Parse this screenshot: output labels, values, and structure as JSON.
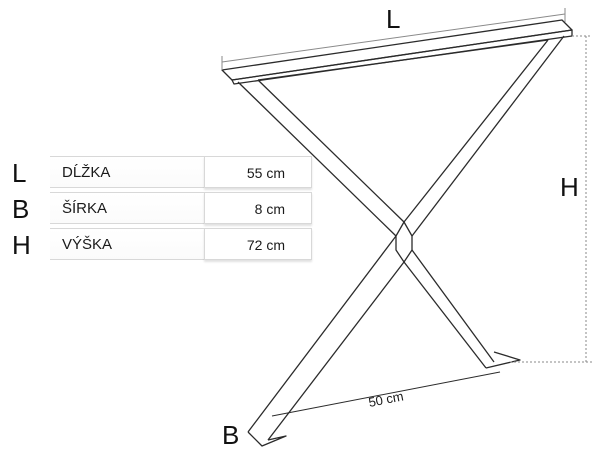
{
  "dimensions": {
    "length_symbol": "L",
    "height_symbol": "H",
    "width_symbol": "B",
    "diagonal_label": "50 cm"
  },
  "specs": [
    {
      "symbol": "L",
      "name": "DĹŽKA",
      "value": "55 cm"
    },
    {
      "symbol": "B",
      "name": "ŠÍRKA",
      "value": "8 cm"
    },
    {
      "symbol": "H",
      "name": "VÝŠKA",
      "value": "72 cm"
    }
  ],
  "colors": {
    "line": "#2b2b2b",
    "dimension_line": "#8a8a8a"
  }
}
